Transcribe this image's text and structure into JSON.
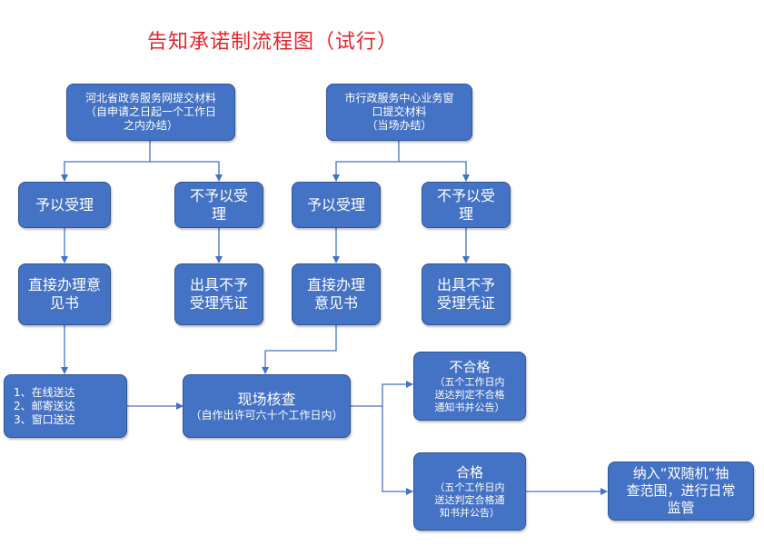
{
  "title": "告知承诺制流程图（试行）",
  "nodes": {
    "online_submit": {
      "line1": "河北省政务服务网提交材料",
      "line2": "（自申请之日起一个工作日",
      "line3": "之内办结）"
    },
    "window_submit": {
      "line1": "市行政服务中心业务窗",
      "line2": "口提交材料",
      "line3": "（当场办结）"
    },
    "accept_left": {
      "text": "予以受理"
    },
    "reject_left": {
      "line1": "不予以受",
      "line2": "理"
    },
    "accept_right": {
      "text": "予以受理"
    },
    "reject_right": {
      "line1": "不予以受",
      "line2": "理"
    },
    "opinion_left": {
      "line1": "直接办理意",
      "line2": "见书"
    },
    "voucher_left": {
      "line1": "出具不予",
      "line2": "受理凭证"
    },
    "opinion_right": {
      "line1": "直接办理",
      "line2": "意见书"
    },
    "voucher_right": {
      "line1": "出具不予",
      "line2": "受理凭证"
    },
    "delivery": {
      "line1": "1、在线送达",
      "line2": "2、邮寄送达",
      "line3": "3、窗口送达"
    },
    "inspection": {
      "line1": "现场核查",
      "line2": "（自作出许可六十个工作日内）"
    },
    "fail": {
      "line1": "不合格",
      "line2": "（五个工作日内",
      "line3": "送达判定不合格",
      "line4": "通知书并公告）"
    },
    "pass": {
      "line1": "合格",
      "line2": "（五个工作日内",
      "line3": "送达判定合格通",
      "line4": "知书并公告）"
    },
    "supervision": {
      "line1": "纳入“双随机”抽",
      "line2": "查范围，进行日常",
      "line3": "监管"
    }
  },
  "colors": {
    "box_fill": "#4472c4",
    "box_border": "#2f5597",
    "line": "#4472c4",
    "title": "#e8232a"
  }
}
